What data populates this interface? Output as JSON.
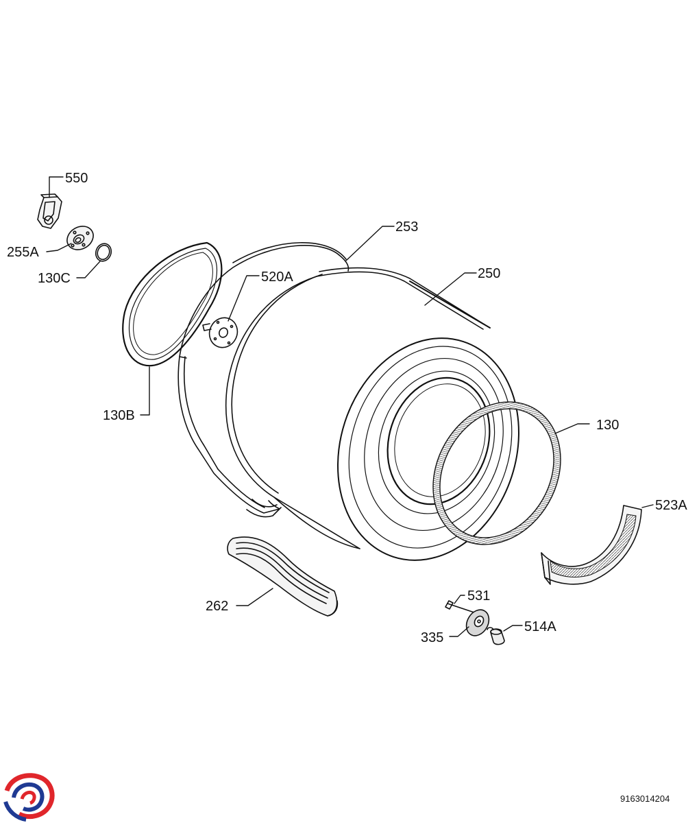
{
  "callouts": [
    {
      "id": "550",
      "label": "550"
    },
    {
      "id": "255A",
      "label": "255A"
    },
    {
      "id": "130C",
      "label": "130C"
    },
    {
      "id": "253",
      "label": "253"
    },
    {
      "id": "520A",
      "label": "520A"
    },
    {
      "id": "250",
      "label": "250"
    },
    {
      "id": "130B",
      "label": "130B"
    },
    {
      "id": "130",
      "label": "130"
    },
    {
      "id": "523A",
      "label": "523A"
    },
    {
      "id": "262",
      "label": "262"
    },
    {
      "id": "531",
      "label": "531"
    },
    {
      "id": "335",
      "label": "335"
    },
    {
      "id": "514A",
      "label": "514A"
    }
  ],
  "footer": {
    "doc_number": "9163014204"
  },
  "colors": {
    "line": "#111111",
    "logo_red": "#e0262b",
    "logo_blue": "#1f3a93"
  }
}
